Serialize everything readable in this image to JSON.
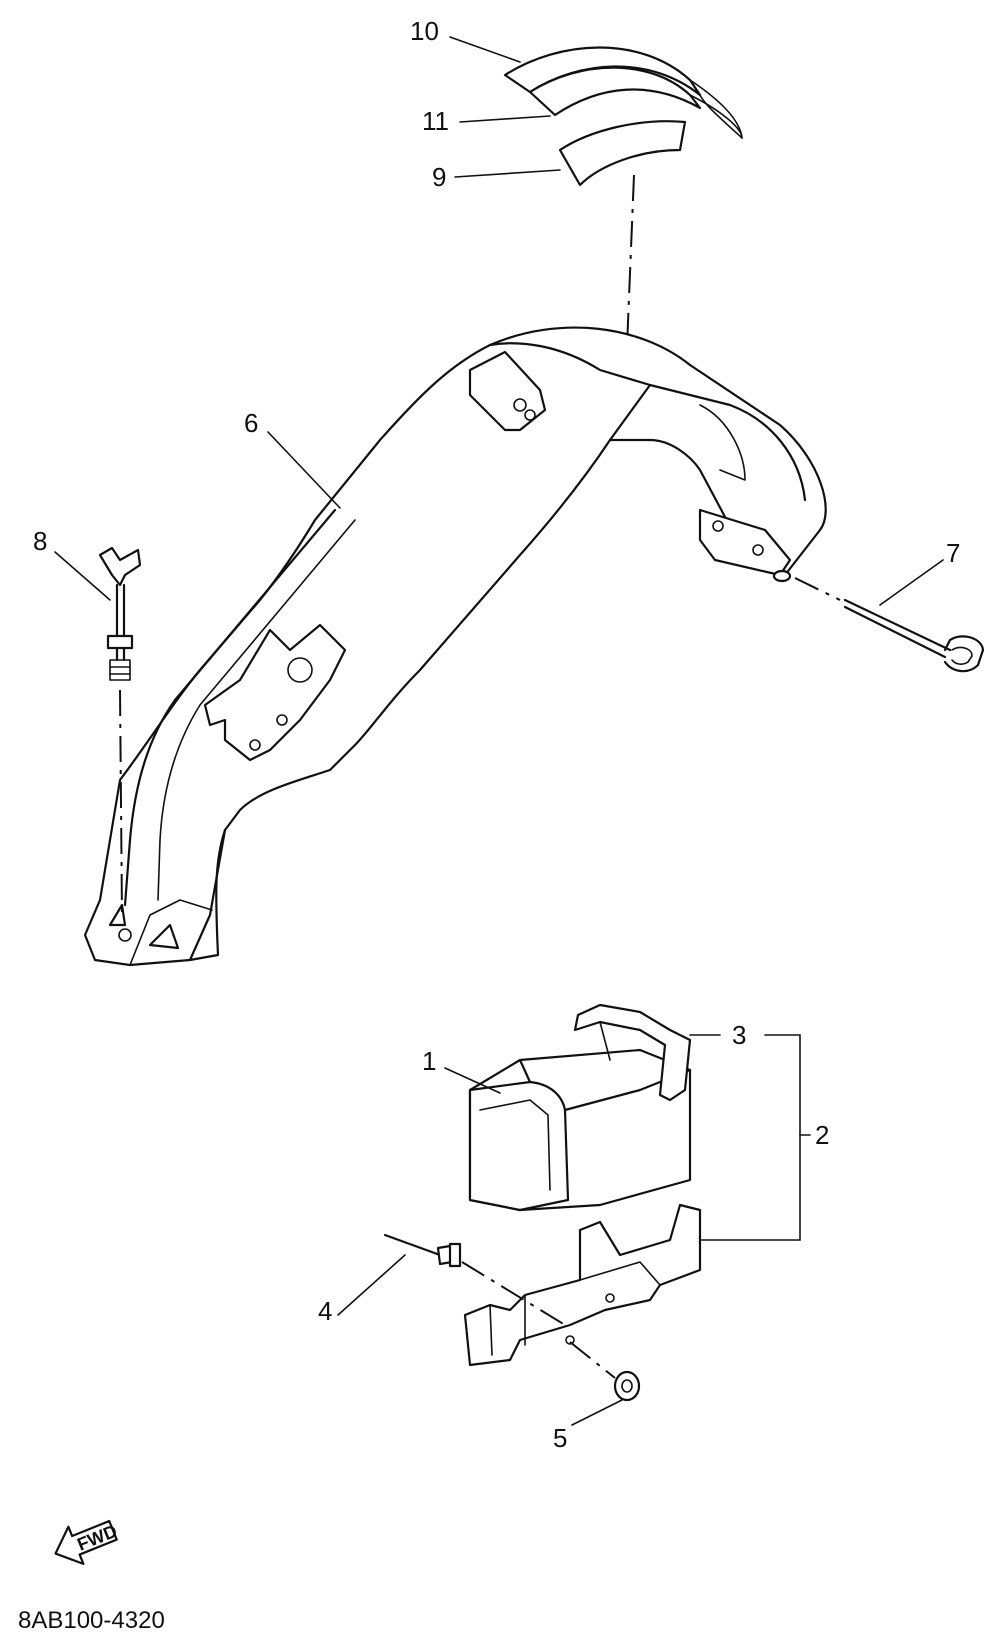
{
  "callouts": [
    {
      "id": "1",
      "text": "1"
    },
    {
      "id": "2",
      "text": "2"
    },
    {
      "id": "3",
      "text": "3"
    },
    {
      "id": "4",
      "text": "4"
    },
    {
      "id": "5",
      "text": "5"
    },
    {
      "id": "6",
      "text": "6"
    },
    {
      "id": "7",
      "text": "7"
    },
    {
      "id": "8",
      "text": "8"
    },
    {
      "id": "9",
      "text": "9"
    },
    {
      "id": "10",
      "text": "10"
    },
    {
      "id": "11",
      "text": "11"
    }
  ],
  "direction_marker": {
    "text": "FWD",
    "icon": "forward-arrow-icon"
  },
  "diagram_code": "8AB100-4320"
}
